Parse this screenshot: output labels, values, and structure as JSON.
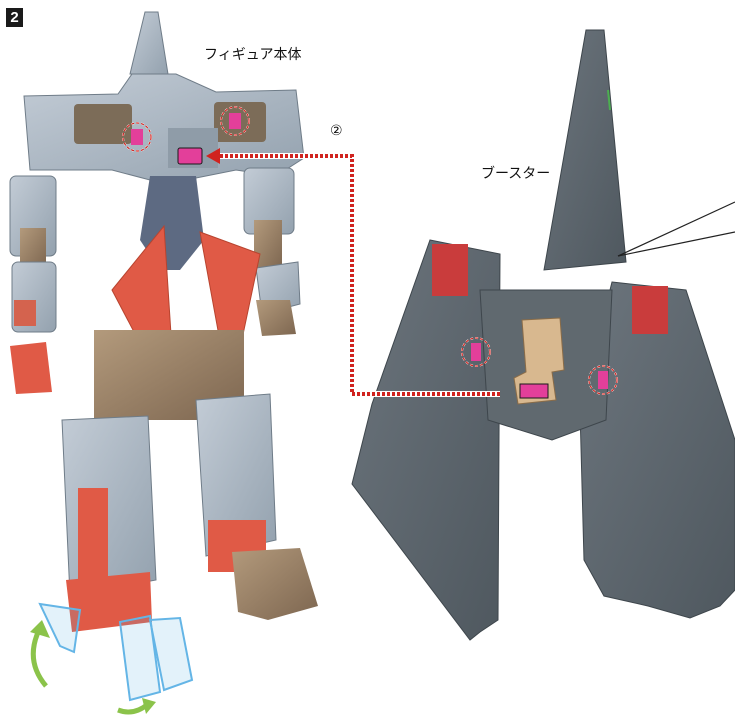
{
  "step": {
    "number": "2"
  },
  "labels": {
    "figure_body": "フィギュア本体",
    "booster": "ブースター",
    "connection_marker": "②"
  },
  "colors": {
    "armor_light_gray_blue": "#a9b6c2",
    "armor_dark_gray": "#5d676f",
    "accent_red": "#e05a46",
    "joint_bronze": "#9d8468",
    "connector_beige": "#d8b88f",
    "connector_pink": "#e33f9a",
    "dotted_guide_red": "#d0231f",
    "motion_arrow_green": "#8bc34a",
    "ghost_foot_blue": "#64b5e6"
  }
}
